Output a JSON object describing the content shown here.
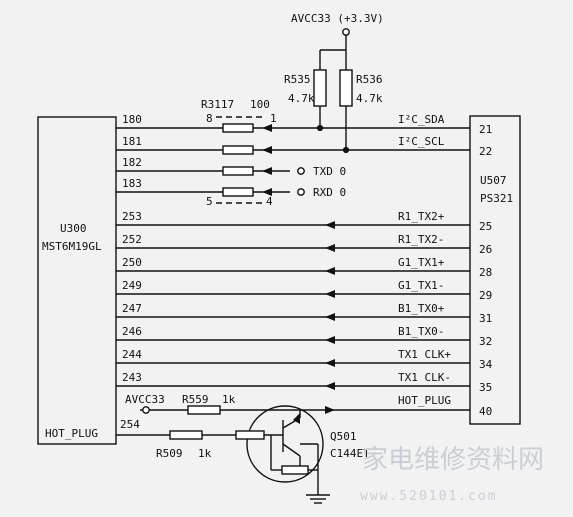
{
  "supply": {
    "label": "AVCC33 (+3.3V)"
  },
  "u300": {
    "ref": "U300",
    "part": "MST6M19GL"
  },
  "u507": {
    "ref": "U507",
    "part": "PS321"
  },
  "resistors": {
    "r535": {
      "ref": "R535",
      "value": "4.7k"
    },
    "r536": {
      "ref": "R536",
      "value": "4.7k"
    },
    "r3117": {
      "ref": "R3117",
      "value": "100",
      "pin_top_left": "8",
      "pin_top_right": "1",
      "pin_bot_left": "5",
      "pin_bot_right": "4"
    },
    "r559": {
      "ref": "R559",
      "value": "1k"
    },
    "r509": {
      "ref": "R509",
      "value": "1k"
    }
  },
  "transistor": {
    "ref": "Q501",
    "part": "C144ET"
  },
  "nets": {
    "txd": "TXD 0",
    "rxd": "RXD 0",
    "avcc33": "AVCC33",
    "hot_plug_u300": "HOT_PLUG"
  },
  "left_pins": [
    "180",
    "181",
    "182",
    "183",
    "253",
    "252",
    "250",
    "249",
    "247",
    "246",
    "244",
    "243",
    "254"
  ],
  "signals": [
    "I²C_SDA",
    "I²C_SCL",
    "R1_TX2+",
    "R1_TX2-",
    "G1_TX1+",
    "G1_TX1-",
    "B1_TX0+",
    "B1_TX0-",
    "TX1 CLK+",
    "TX1 CLK-",
    "HOT_PLUG"
  ],
  "right_pins": [
    "21",
    "22",
    "25",
    "26",
    "28",
    "29",
    "31",
    "32",
    "34",
    "35",
    "40"
  ],
  "watermark": {
    "cn": "家电维修资料网",
    "url": "www.520101.com"
  }
}
